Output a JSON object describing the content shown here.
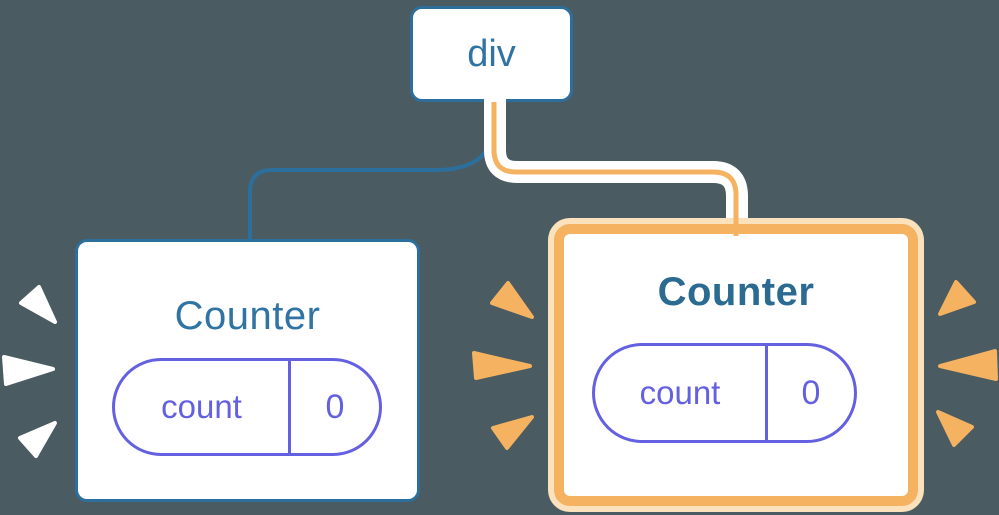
{
  "diagram": {
    "description": "React component tree: a div root with two Counter children; the right Counter and its connector are highlighted",
    "root": {
      "label": "div"
    },
    "left_counter": {
      "title": "Counter",
      "highlighted": false,
      "state": {
        "key": "count",
        "value": "0"
      }
    },
    "right_counter": {
      "title": "Counter",
      "highlighted": true,
      "state": {
        "key": "count",
        "value": "0"
      }
    }
  },
  "decorations": {
    "left_burst_color": "#ffffff",
    "middle_burst_color": "#f5b261",
    "right_burst_color": "#f5b261"
  },
  "colors": {
    "bg": "#4a5b61",
    "blue": "#2d6f9c",
    "blue_text": "#2f74a3",
    "blue_bold": "#2b6a91",
    "purple": "#6460e2",
    "orange": "#f5b261",
    "cream": "#fbe2bc",
    "white": "#ffffff"
  }
}
